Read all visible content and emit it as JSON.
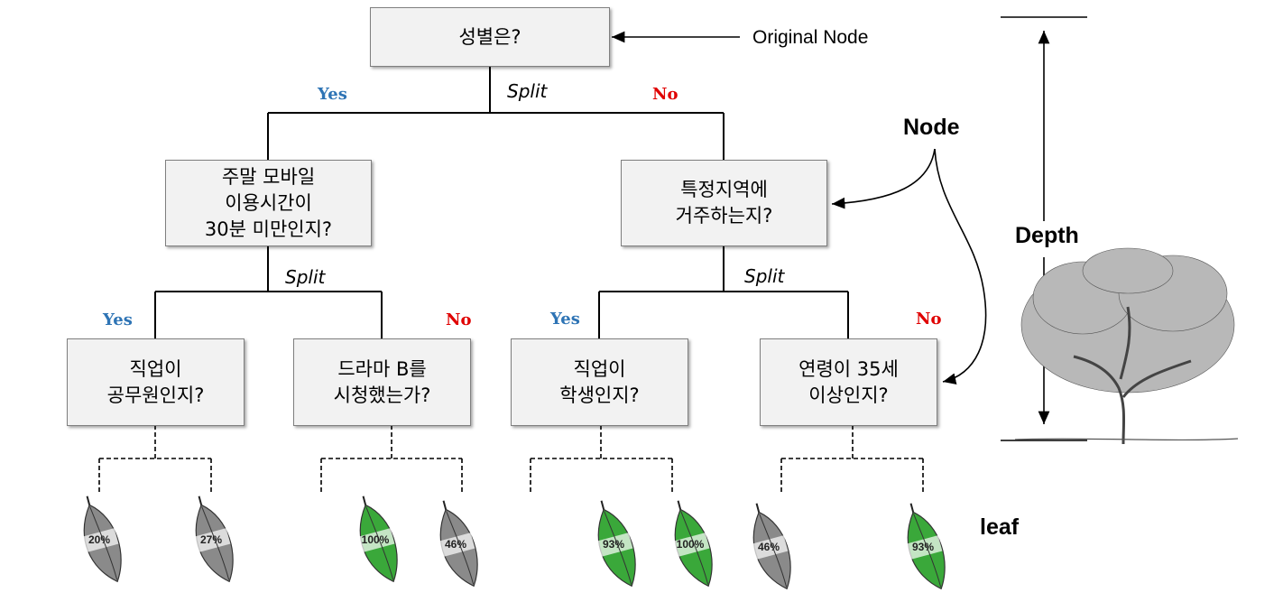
{
  "nodes": {
    "root": "성별은?",
    "l1_left": "주말 모바일\n이용시간이\n30분 미만인지?",
    "l1_right": "특정지역에\n거주하는지?",
    "l2_a": "직업이\n공무원인지?",
    "l2_b": "드라마 B를\n시청했는가?",
    "l2_c": "직업이\n학생인지?",
    "l2_d": "연령이 35세\n이상인지?"
  },
  "branch": {
    "yes": "Yes",
    "no": "No",
    "split": "Split"
  },
  "annotations": {
    "original_node": "Original Node",
    "node": "Node",
    "depth": "Depth",
    "leaf": "leaf"
  },
  "leaves": [
    {
      "pct": "20%",
      "color": "gray"
    },
    {
      "pct": "27%",
      "color": "gray"
    },
    {
      "pct": "100%",
      "color": "green"
    },
    {
      "pct": "46%",
      "color": "gray"
    },
    {
      "pct": "93%",
      "color": "green"
    },
    {
      "pct": "100%",
      "color": "green"
    },
    {
      "pct": "46%",
      "color": "gray"
    },
    {
      "pct": "93%",
      "color": "green"
    }
  ],
  "colors": {
    "yes": "#2e74b5",
    "no": "#e00000",
    "leaf_green": "#3aa83a",
    "leaf_gray": "#8a8a8a"
  }
}
